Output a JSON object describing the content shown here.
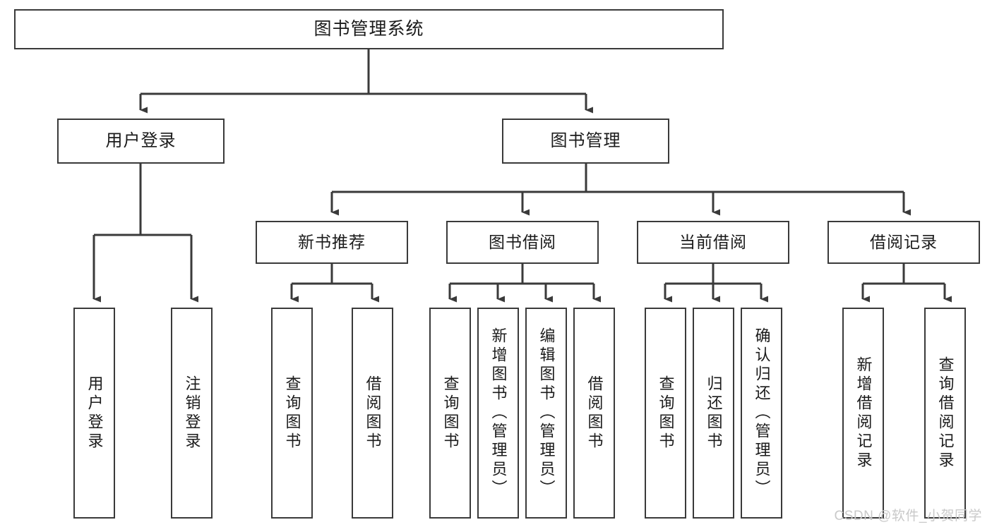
{
  "diagram": {
    "title": "图书管理系统",
    "type": "hierarchy-tree",
    "watermark": "CSDN @软件_小贺同学",
    "colors": {
      "stroke": "#3a3a3a",
      "fill": "#ffffff",
      "text": "#1b1b1b",
      "watermark": "#c9c9c9"
    },
    "root": {
      "label": "图书管理系统"
    },
    "level2": [
      {
        "label": "用户登录"
      },
      {
        "label": "图书管理"
      }
    ],
    "level3": [
      {
        "label": "新书推荐"
      },
      {
        "label": "图书借阅"
      },
      {
        "label": "当前借阅"
      },
      {
        "label": "借阅记录"
      }
    ],
    "leaves": {
      "user_login": [
        {
          "label": "用户登录"
        },
        {
          "label": "注销登录"
        }
      ],
      "new_book_recommend": [
        {
          "label": "查询图书"
        },
        {
          "label": "借阅图书"
        }
      ],
      "book_borrow": [
        {
          "label": "查询图书"
        },
        {
          "label": "新增图书（管理员）"
        },
        {
          "label": "编辑图书（管理员）"
        },
        {
          "label": "借阅图书"
        }
      ],
      "current_borrow": [
        {
          "label": "查询图书"
        },
        {
          "label": "归还图书"
        },
        {
          "label": "确认归还（管理员）"
        }
      ],
      "borrow_record": [
        {
          "label": "新增借阅记录"
        },
        {
          "label": "查询借阅记录"
        }
      ]
    }
  }
}
